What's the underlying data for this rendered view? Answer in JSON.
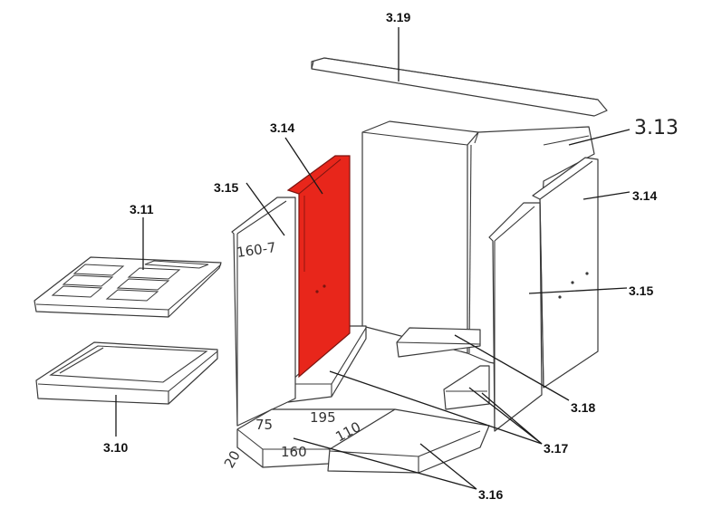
{
  "colors": {
    "highlight": "#e8261b",
    "line": "#3a3a3a",
    "background": "#ffffff"
  },
  "labels": {
    "top_plate": "3.19",
    "back_right_wall": "3.13",
    "right_side_plate": "3.14",
    "left_red_plate": "3.14",
    "left_side_plate": "3.15",
    "right_front_plate": "3.15",
    "grate": "3.11",
    "ash_pan": "3.10",
    "rear_bricks": "3.18",
    "floor_strips": "3.17",
    "floor_plates": "3.16"
  },
  "handwritten": {
    "side_height": "160-7",
    "floor_a": "75",
    "floor_b": "195",
    "floor_c": "110",
    "floor_d": "160",
    "floor_e": "20"
  }
}
